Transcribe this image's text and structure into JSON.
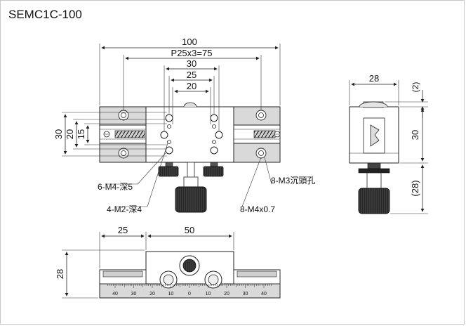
{
  "title": "SEMC1C-100",
  "top_view": {
    "dims_top": [
      "100",
      "P25x3=75",
      "30",
      "25",
      "20"
    ],
    "dims_left": [
      "30",
      "20",
      "15"
    ],
    "callouts": [
      "6-M4-深5",
      "4-M2-深4",
      "8-M3沉頭孔",
      "8-M4x0.7"
    ]
  },
  "side_view": {
    "width": "28",
    "offset": "(2)",
    "height": "30",
    "knob": "(28)"
  },
  "front_view": {
    "dim_a": "25",
    "dim_b": "50",
    "height": "28",
    "scale_labels": [
      "40",
      "30",
      "20",
      "10",
      "0",
      "10",
      "20",
      "30",
      "40"
    ]
  }
}
